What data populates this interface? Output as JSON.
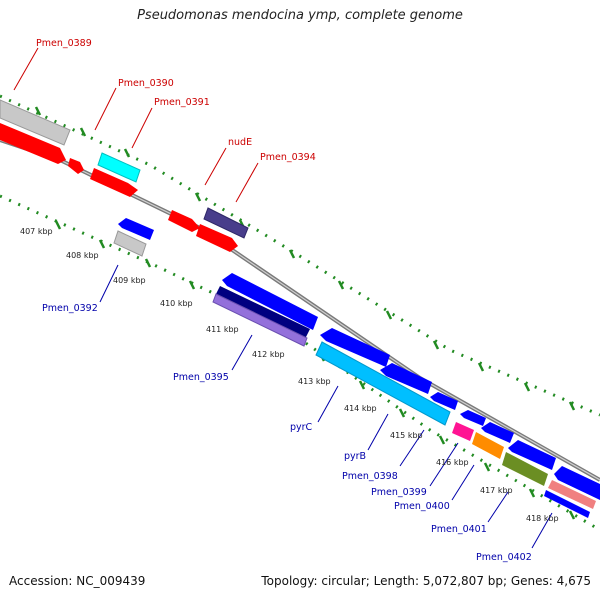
{
  "header": {
    "title": "Pseudomonas mendocina ymp, complete genome"
  },
  "footer": {
    "accession": "Accession: NC_009439",
    "topology": "Topology: circular; Length: 5,072,807 bp; Genes: 4,675"
  },
  "colors": {
    "forward_label": "#cc0000",
    "reverse_label": "#0000aa",
    "backbone": "#888888",
    "tick": "#228b22"
  },
  "scale": {
    "ticks": [
      "407 kbp",
      "408 kbp",
      "409 kbp",
      "410 kbp",
      "411 kbp",
      "412 kbp",
      "413 kbp",
      "414 kbp",
      "415 kbp",
      "416 kbp",
      "417 kbp",
      "418 kbp"
    ]
  },
  "gene_labels": {
    "forward": [
      "Pmen_0389",
      "Pmen_0390",
      "Pmen_0391",
      "nudE",
      "Pmen_0394"
    ],
    "reverse": [
      "Pmen_0392",
      "Pmen_0395",
      "pyrC",
      "pyrB",
      "Pmen_0398",
      "Pmen_0399",
      "Pmen_0400",
      "Pmen_0401",
      "Pmen_0402"
    ]
  },
  "features": [
    {
      "color": "#c0c0c0",
      "fill": "#c8c8c8"
    },
    {
      "color": "#ff0000",
      "fill": "#ff0000"
    },
    {
      "color": "#00e5ee",
      "fill": "#00ffff"
    },
    {
      "color": "#0000ff",
      "fill": "#0000ff"
    },
    {
      "color": "#483d8b",
      "fill": "#483d8b"
    },
    {
      "color": "#000080",
      "fill": "#000080"
    },
    {
      "color": "#9370db",
      "fill": "#9370db"
    },
    {
      "color": "#00bfff",
      "fill": "#00bfff"
    },
    {
      "color": "#ff1493",
      "fill": "#ff1493"
    },
    {
      "color": "#ff8c00",
      "fill": "#ff8c00"
    },
    {
      "color": "#6b8e23",
      "fill": "#6b8e23"
    },
    {
      "color": "#f08080",
      "fill": "#f08080"
    }
  ]
}
